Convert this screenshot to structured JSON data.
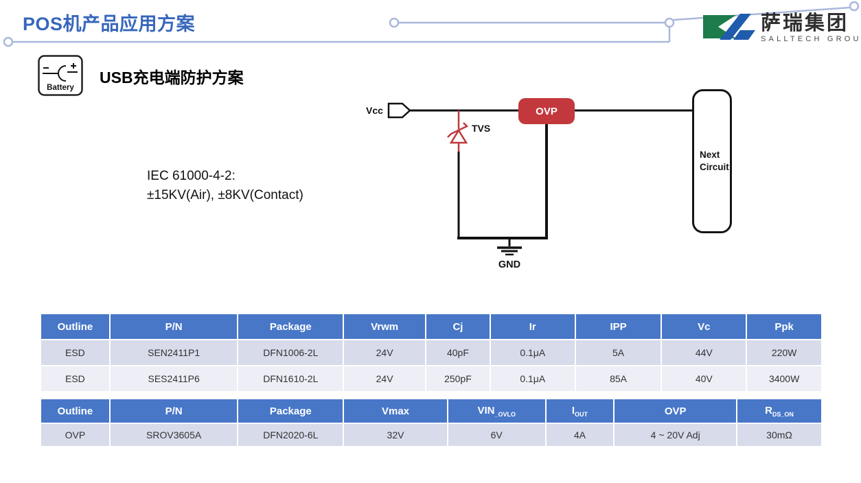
{
  "slide": {
    "title": "POS机产品应用方案"
  },
  "logo": {
    "name_cn": "萨瑞集团",
    "name_en": "SALLTECH GROUP"
  },
  "section": {
    "icon_label": "Battery",
    "heading_latin": "USB",
    "heading_cn": "充电端防护方案"
  },
  "note": {
    "line1": "IEC 61000-4-2:",
    "line2": "±15KV(Air), ±8KV(Contact)"
  },
  "circuit": {
    "vcc_label": "Vcc",
    "tvs_label": "TVS",
    "ovp_label": "OVP",
    "gnd_label": "GND",
    "next_line1": "Next",
    "next_line2": "Circuit"
  },
  "colors": {
    "title_blue": "#3766BC",
    "accent_blue": "#4877C8",
    "band_dark": "#D7DBEA",
    "band_light": "#EDEEF6",
    "red": "#C2383C",
    "decor_line": "#A9B8DC",
    "logo_green": "#1E7B4B",
    "logo_blue": "#1F5CAD"
  },
  "tables": [
    {
      "headers": [
        {
          "t": "Outline"
        },
        {
          "t": "P/N"
        },
        {
          "t": "Package"
        },
        {
          "t": "Vrwm"
        },
        {
          "t": "Cj"
        },
        {
          "t": "Ir"
        },
        {
          "t": "IPP"
        },
        {
          "t": "Vc"
        },
        {
          "t": "Ppk"
        }
      ],
      "col_widths_pct": [
        8.86,
        16.4,
        13.51,
        10.53,
        8.25,
        10.88,
        11.05,
        10.88,
        9.64
      ],
      "rows": [
        [
          "ESD",
          "SEN2411P1",
          "DFN1006-2L",
          "24V",
          "40pF",
          "0.1μA",
          "5A",
          "44V",
          "220W"
        ],
        [
          "ESD",
          "SES2411P6",
          "DFN1610-2L",
          "24V",
          "250pF",
          "0.1μA",
          "85A",
          "40V",
          "3400W"
        ]
      ]
    },
    {
      "headers": [
        {
          "t": "Outline"
        },
        {
          "t": "P/N"
        },
        {
          "t": "Package"
        },
        {
          "t": "Vmax"
        },
        {
          "t": "VIN",
          "sub": "_OVLO"
        },
        {
          "t": "I",
          "sub": "OUT"
        },
        {
          "t": "OVP"
        },
        {
          "t": "R",
          "sub": "DS_ON"
        }
      ],
      "col_widths_pct": [
        8.86,
        16.4,
        13.51,
        13.33,
        12.54,
        8.77,
        15.7,
        10.89
      ],
      "rows": [
        [
          "OVP",
          "SROV3605A",
          "DFN2020-6L",
          "32V",
          "6V",
          "4A",
          "4 ~ 20V Adj",
          "30mΩ"
        ]
      ]
    }
  ]
}
